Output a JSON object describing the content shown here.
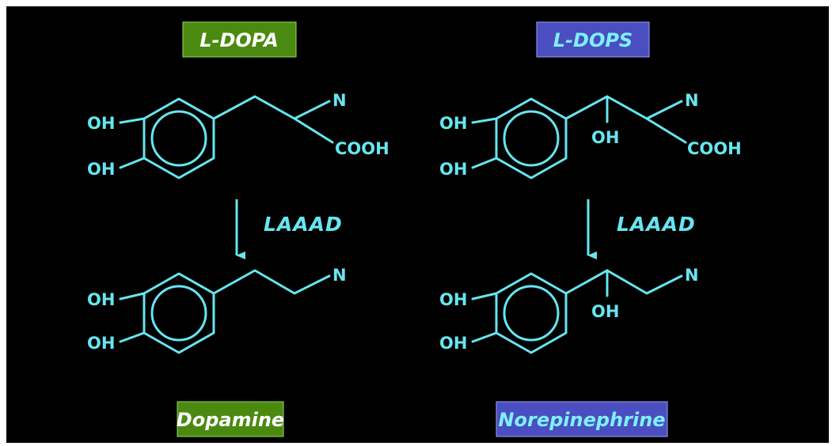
{
  "colors": {
    "background": "#000000",
    "structure": "#66e6f0",
    "green_box": "#4a8a10",
    "blue_box": "#4a4ec0",
    "box_text": "#ffffff",
    "blue_box_text": "#7ff0ff"
  },
  "left_column": {
    "precursor_label": "L-DOPA",
    "product_label": "Dopamine",
    "enzyme": "LAAAD",
    "precursor": {
      "hydroxyl_top": "OH",
      "hydroxyl_bottom": "OH",
      "amine": "N",
      "carboxyl": "COOH"
    },
    "product": {
      "hydroxyl_top": "OH",
      "hydroxyl_bottom": "OH",
      "amine": "N"
    }
  },
  "right_column": {
    "precursor_label": "L-DOPS",
    "product_label": "Norepinephrine",
    "enzyme": "LAAAD",
    "precursor": {
      "hydroxyl_top": "OH",
      "hydroxyl_bottom": "OH",
      "beta_hydroxyl": "OH",
      "amine": "N",
      "carboxyl": "COOH"
    },
    "product": {
      "hydroxyl_top": "OH",
      "hydroxyl_bottom": "OH",
      "beta_hydroxyl": "OH",
      "amine": "N"
    }
  }
}
